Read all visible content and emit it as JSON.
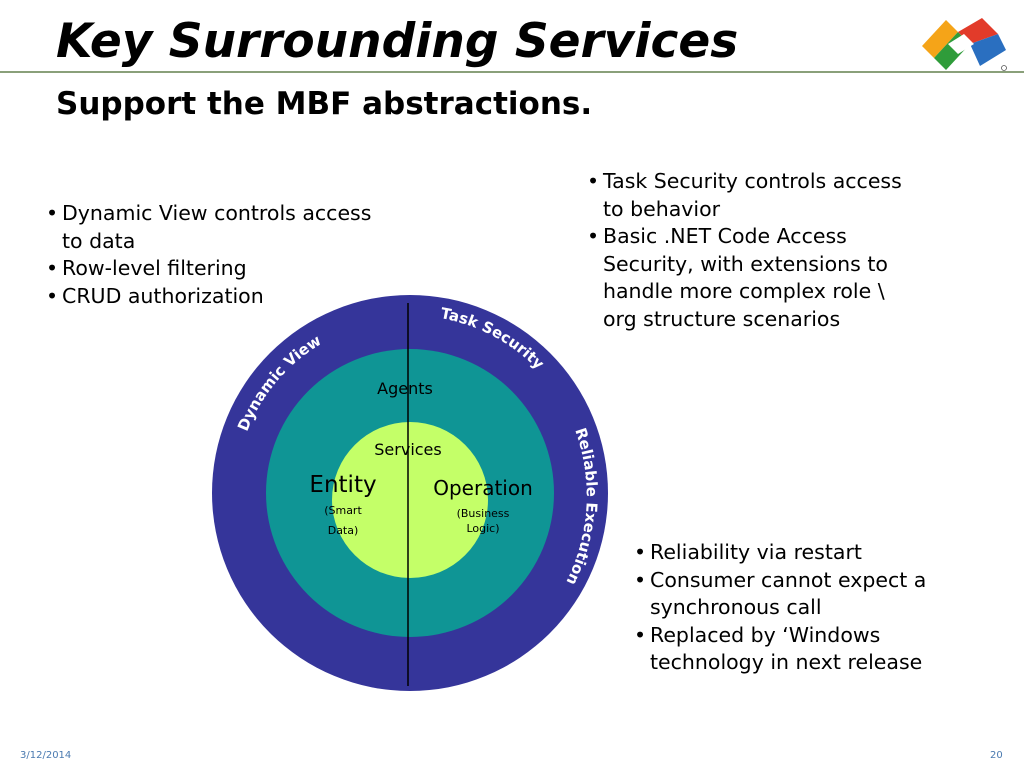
{
  "slide": {
    "title": "Key Surrounding Services",
    "subtitle": "Support the MBF abstractions."
  },
  "left_bullets": [
    "Dynamic View controls access to data",
    "Row-level filtering",
    "CRUD authorization"
  ],
  "right_top_bullets": [
    "Task Security controls access to behavior",
    "Basic .NET Code Access Security, with extensions to handle more complex role \\ org structure scenarios"
  ],
  "right_bottom_bullets": [
    "Reliability via restart",
    "Consumer cannot expect a synchronous call",
    "Replaced by ‘Windows technology in next release"
  ],
  "diagram": {
    "outer_ring_labels": {
      "dynamic_view": "Dynamic View",
      "task_security": "Task Security",
      "reliable_execution": "Reliable Execution"
    },
    "middle_ring_label": "Agents",
    "inner_label": "Services",
    "entity": {
      "title": "Entity",
      "sub1": "(Smart",
      "sub2": "Data)"
    },
    "operation": {
      "title": "Operation",
      "sub1": "(Business",
      "sub2": "Logic)"
    },
    "colors": {
      "outer": "#35359a",
      "middle": "#0f9595",
      "inner": "#c4ff68"
    }
  },
  "footer": {
    "date": "3/12/2014",
    "page": "20"
  }
}
